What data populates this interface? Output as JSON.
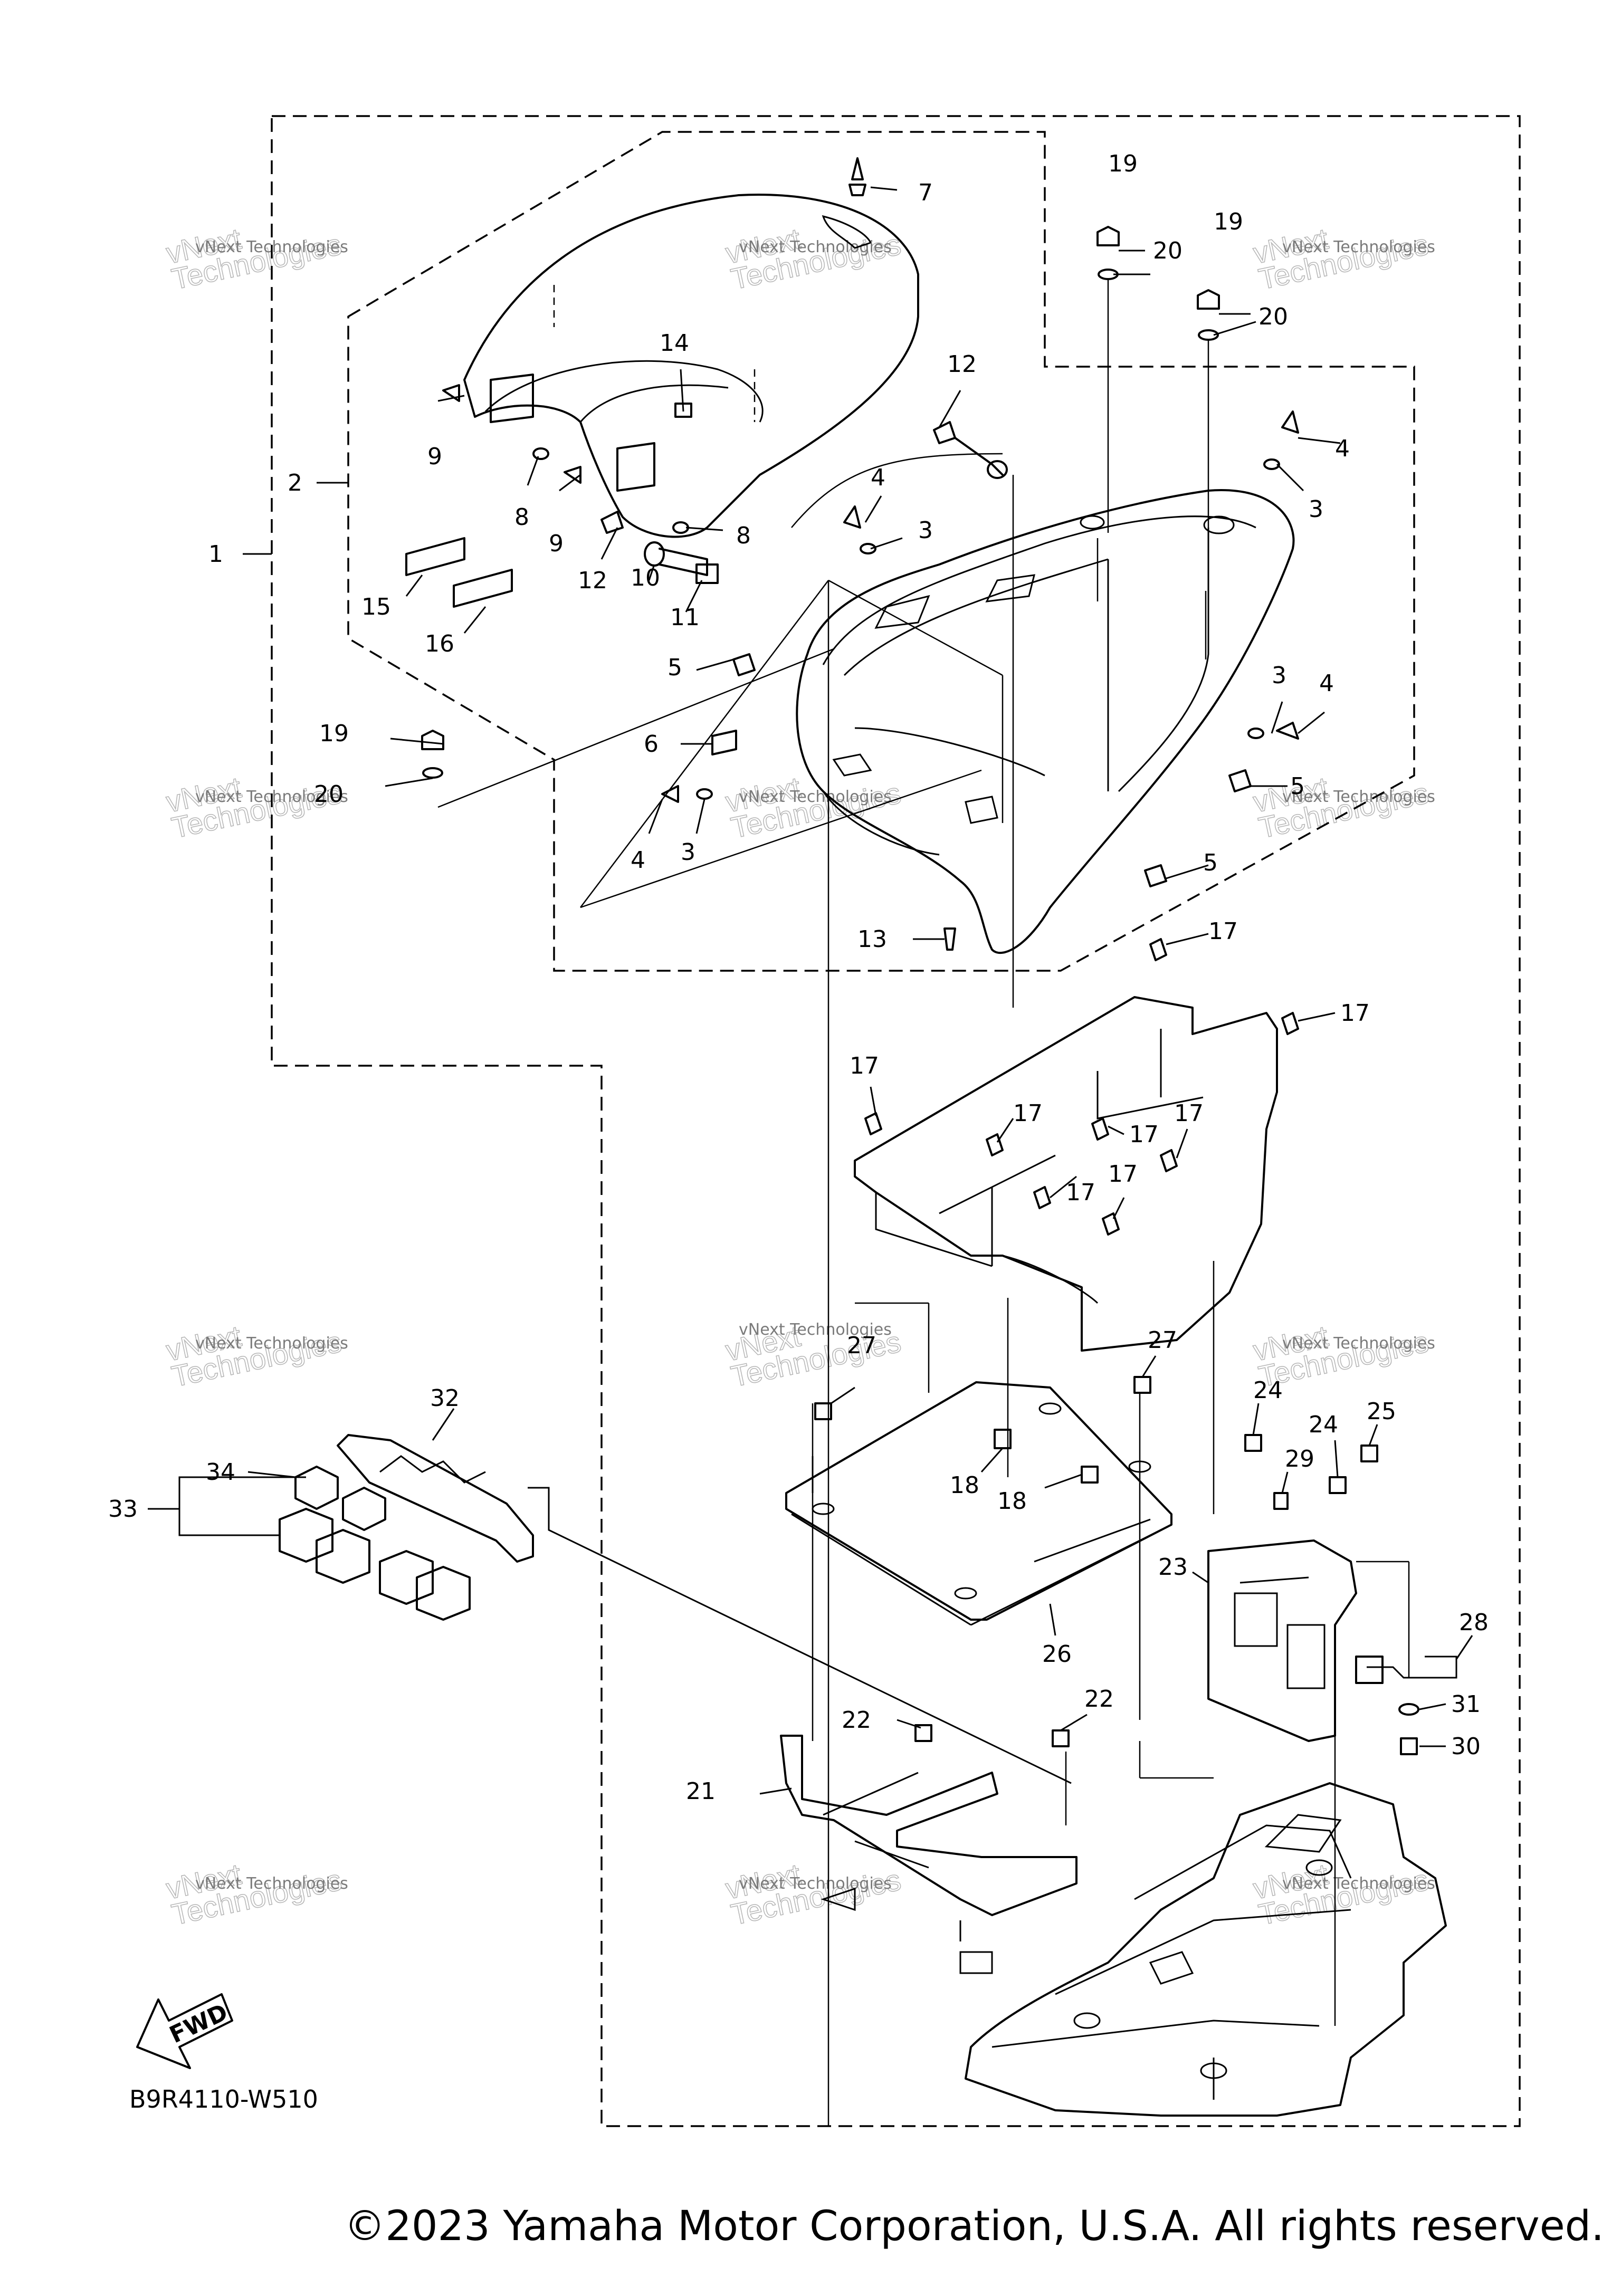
{
  "diagram": {
    "code": "B9R4110-W510",
    "fwd_label": "FWD",
    "watermark_line1": "vNext Technologies",
    "watermark_big_1": "vNext",
    "watermark_big_2": "Technologies",
    "callouts": {
      "c1": "1",
      "c2": "2",
      "c3a": "3",
      "c3b": "3",
      "c3c": "3",
      "c3d": "3",
      "c4a": "4",
      "c4b": "4",
      "c4c": "4",
      "c4d": "4",
      "c5a": "5",
      "c5b": "5",
      "c5c": "5",
      "c6": "6",
      "c7": "7",
      "c8a": "8",
      "c8b": "8",
      "c9a": "9",
      "c9b": "9",
      "c10": "10",
      "c11": "11",
      "c12a": "12",
      "c12b": "12",
      "c13": "13",
      "c14": "14",
      "c15": "15",
      "c16": "16",
      "c17a": "17",
      "c17b": "17",
      "c17c": "17",
      "c17d": "17",
      "c17e": "17",
      "c17f": "17",
      "c17g": "17",
      "c17h": "17",
      "c18a": "18",
      "c18b": "18",
      "c19a": "19",
      "c19b": "19",
      "c19c": "19",
      "c20a": "20",
      "c20b": "20",
      "c20c": "20",
      "c21": "21",
      "c22a": "22",
      "c22b": "22",
      "c23": "23",
      "c24a": "24",
      "c24b": "24",
      "c25": "25",
      "c26": "26",
      "c27a": "27",
      "c27b": "27",
      "c28": "28",
      "c29": "29",
      "c30": "30",
      "c31": "31",
      "c32": "32",
      "c33": "33",
      "c34": "34"
    }
  },
  "footer": {
    "copyright": "©2023 Yamaha Motor Corporation, U.S.A. All rights reserved."
  }
}
